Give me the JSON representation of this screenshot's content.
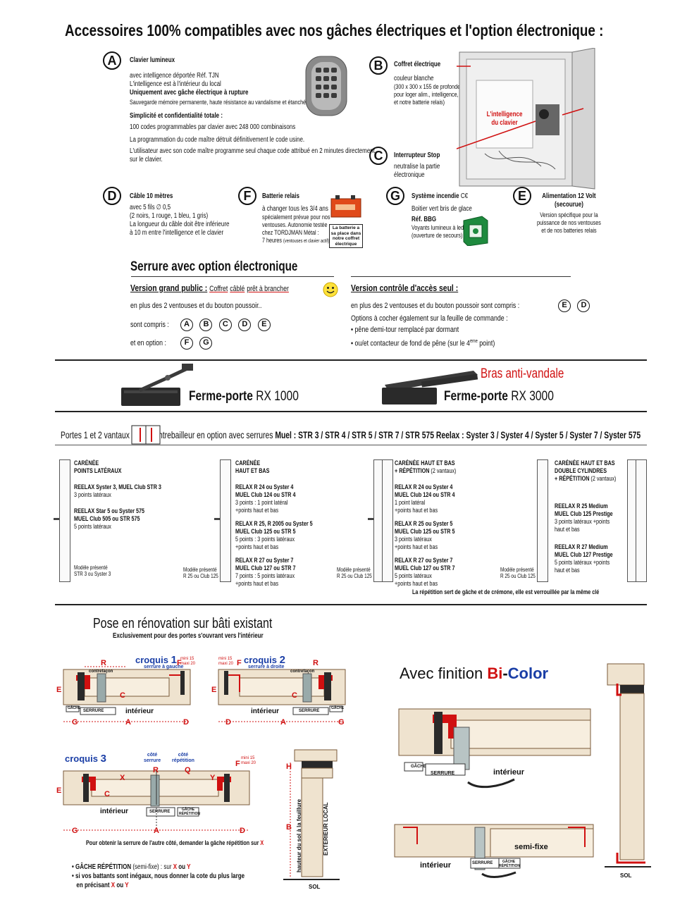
{
  "header": {
    "title": "Accessoires 100% compatibles avec nos gâches électriques et l'option électronique :"
  },
  "itemA": {
    "letter": "A",
    "name": "Clavier lumineux",
    "l1": "avec intelligence déportée Réf. TJN",
    "l2": "L'intelligence est à l'intérieur du local",
    "l3": "Uniquement avec gâche électrique à rupture",
    "l4": "Sauvegarde mémoire permanente, haute résistance au vandalisme et étanchéité totale",
    "l5": "Simplicité et confidentialité totale :",
    "l6": "100 codes programmables par clavier avec 248 000 combinaisons",
    "l7": "La programmation du code maître détruit définitivement le code usine.",
    "l8": "L'utilisateur avec son code maître programme seul chaque code attribué en 2 minutes directement",
    "l9": "sur le clavier."
  },
  "itemB": {
    "letter": "B",
    "name": "Coffret électrique",
    "l1": "couleur blanche",
    "l2": "(300 x 300 x 155 de profondeur",
    "l3": "pour loger alim., intelligence,",
    "l4": "et notre batterie relais)",
    "overlay1": "L'intelligence",
    "overlay2": "du clavier"
  },
  "itemC": {
    "letter": "C",
    "name": "Interrupteur Stop",
    "l1": "neutralise la partie",
    "l2": "électronique"
  },
  "itemD": {
    "letter": "D",
    "name": "Câble 10 mètres",
    "l1": "avec 5 fils ∅ 0,5",
    "l2": "(2 noirs, 1 rouge, 1 bleu, 1 gris)",
    "l3": "La longueur du câble doit être inférieure",
    "l4": "à 10 m entre l'intelligence et le clavier"
  },
  "itemF": {
    "letter": "F",
    "name": "Batterie relais",
    "l1": "à changer tous les 3/4 ans",
    "l2": "spécialement prévue pour nos",
    "l3": "ventouses. Autonomie testée",
    "l4": "chez TORDJMAN Métal :",
    "l5": "7 heures",
    "l5b": "(ventouses et clavier actif)",
    "note1": "La batterie a",
    "note2": "sa place dans",
    "note3": "notre coffret",
    "note4": "électrique"
  },
  "itemG": {
    "letter": "G",
    "name": "Système incendie",
    "ce": "C€",
    "l1": "Boitier vert bris de glace",
    "l2": "Réf. BBG",
    "l3": "Voyants lumineux à leds",
    "l4": "(ouverture de secours)"
  },
  "itemE": {
    "letter": "E",
    "name": "Alimentation 12 Volt",
    "l1": "(secourue)",
    "l2": "Version spécifique pour la",
    "l3": "puissance de nos ventouses",
    "l4": "et de nos batteries relais"
  },
  "serrure": {
    "title": "Serrure avec option électronique",
    "gp_title": "Version grand public :",
    "gp_coffret": "Coffret",
    "gp_cable": "câblé",
    "gp_pret": "prêt à brancher",
    "gp_l1": "en plus des 2 ventouses et du bouton poussoir..",
    "gp_l2": "sont compris :",
    "gp_l3": "et en option :",
    "gp_inc": [
      "A",
      "B",
      "C",
      "D",
      "E"
    ],
    "gp_opt": [
      "F",
      "G"
    ],
    "ca_title": "Version contrôle d'accès seul :",
    "ca_l1": "en plus des 2 ventouses et du bouton poussoir sont compris :",
    "ca_inc": [
      "E",
      "D"
    ],
    "ca_l2": "Options à cocher également sur la feuille de commande :",
    "ca_b1": "• pêne demi-tour remplacé par dormant",
    "ca_b2a": "• ou/et contacteur de fond de pêne (sur le 4",
    "ca_b2sup": "ème",
    "ca_b2b": " point)"
  },
  "ferme": {
    "rx1000": "Ferme-porte",
    "rx1000b": "RX 1000",
    "rx3000": "Ferme-porte",
    "rx3000b": "RX 3000",
    "anti": "Bras anti-vandale"
  },
  "portes": {
    "a": "Portes 1 et 2 vantaux",
    "b": "entrebailleur en option avec serrures",
    "c": "Muel : STR 3 / STR 4 / STR 5 / STR 7 / STR 575   Reelax : Syster 3 / Syster 4 / Syster 5 / Syster 7 / Syster 575"
  },
  "col1": {
    "h1": "CARÉNÉE",
    "h2": "POINTS LATÉRAUX",
    "a1": "REELAX Syster 3, MUEL Club STR 3",
    "a2": "3 points latéraux",
    "b1": "REELAX Star 5 ou Syster 575",
    "b2": "MUEL Club 505 ou STR 575",
    "b3": "5 points latéraux",
    "m1": "Modèle présenté",
    "m2": "STR 3 ou Syster 3"
  },
  "col2": {
    "h1": "CARÉNÉE",
    "h2": "HAUT ET BAS",
    "a1": "RELAX R 24 ou Syster 4",
    "a2": "MUEL Club 124 ou STR 4",
    "a3": "3 points : 1 point latéral",
    "a4": "+points haut et bas",
    "b1": "RELAX R 25, R 2005 ou Syster 5",
    "b2": "MUEL Club 125 ou STR 5",
    "b3": "5 points : 3 points latéraux",
    "b4": "+points haut et bas",
    "c1": "RELAX R 27 ou Syster 7",
    "c2": "MUEL Club 127 ou STR 7",
    "c3": "7 points : 5 points latéraux",
    "c4": "+points haut et bas",
    "m1": "Modèle présenté",
    "m2": "R 25 ou Club 125"
  },
  "col3": {
    "h1": "CARÉNÉE HAUT ET BAS",
    "h2": "+ RÉPÉTITION",
    "h2b": "(2 vantaux)",
    "a1": "RELAX R 24 ou Syster 4",
    "a2": "MUEL Club 124 ou STR 4",
    "a3": "1 point latéral",
    "a4": "+points haut et bas",
    "b1": "RELAX R 25 ou Syster 5",
    "b2": "MUEL Club 125 ou STR 5",
    "b3": "3 points latéraux",
    "b4": "+points haut et bas",
    "c1": "RELAX R 27 ou Syster 7",
    "c2": "MUEL Club 127 ou STR 7",
    "c3": "5 points latéraux",
    "c4": "+points haut et bas",
    "m1": "Modèle présenté",
    "m2": "R 25 ou Club 125"
  },
  "col4": {
    "h1": "CARÉNÉE HAUT ET BAS",
    "h2": "DOUBLE CYLINDRES",
    "h3": "+ RÉPÉTITION",
    "h3b": "(2 vantaux)",
    "a1": "REELAX R 25 Medium",
    "a2": "MUEL Club 125 Prestige",
    "a3": "3 points latéraux +points",
    "a4": "haut et bas",
    "b1": "REELAX R 27 Medium",
    "b2": "MUEL Club 127 Prestige",
    "b3": "5 points latéraux +points",
    "b4": "haut et bas",
    "m1": "Modèle présenté",
    "m2": "R 25 ou Club 125",
    "note": "La répétition sert de gâche et de crémone, elle est verrouillée par la même clé"
  },
  "pose": {
    "title": "Pose en rénovation sur bâti existant",
    "sub": "Exclusivement pour des portes s'ouvrant vers l'intérieur",
    "c1": "croquis",
    "c1n": "1",
    "c1s": "serrure à gauche",
    "c2": "croquis",
    "c2n": "2",
    "c2s": "serrure à droite",
    "c3": "croquis",
    "c3n": "3",
    "mini": "mini",
    "mini_v": "15",
    "maxi": "maxi",
    "maxi_v": "20",
    "interieur": "intérieur",
    "serrure": "SERRURE",
    "gache": "GÂCHE",
    "cote": "côté",
    "cote_serrure": "serrure",
    "cote_rep": "répétition",
    "rep": "GÂCHE RÉPÉTITION",
    "L": {
      "R": "R",
      "F": "F",
      "E": "E",
      "C": "C",
      "G": "G",
      "A": "A",
      "D": "D",
      "X": "X",
      "Y": "Y",
      "Q": "Q",
      "H": "H",
      "B": "B"
    },
    "contr": "contrefaçon",
    "obt": "Pour obtenir la serrure de l'autre côté, demander la gâche répétition sur",
    "obtX": "X",
    "b1a": "• GÂCHE RÉPÉTITION",
    "b1b": "(semi-fixe) : sur",
    "b1x": "X",
    "b1ou": "ou",
    "b1y": "Y",
    "b2a": "• si vos battants sont inégaux, nous donner la cote du plus large",
    "b2b": "en précisant",
    "b2x": "X",
    "b2ou": "ou",
    "b2y": "Y",
    "hauteur": "hauteur du sol à la feuillure",
    "ext": "EXTERIEUR  LOCAL",
    "sol": "SOL"
  },
  "bicolor": {
    "a": "Avec finition ",
    "b": "Bi",
    "c": "-",
    "d": "Color",
    "interieur": "intérieur",
    "semifixe": "semi-fixe",
    "serrure": "SERRURE",
    "gache": "GÂCHE",
    "gacherep": "GÂCHE RÉPÉTITION",
    "sol": "SOL"
  }
}
